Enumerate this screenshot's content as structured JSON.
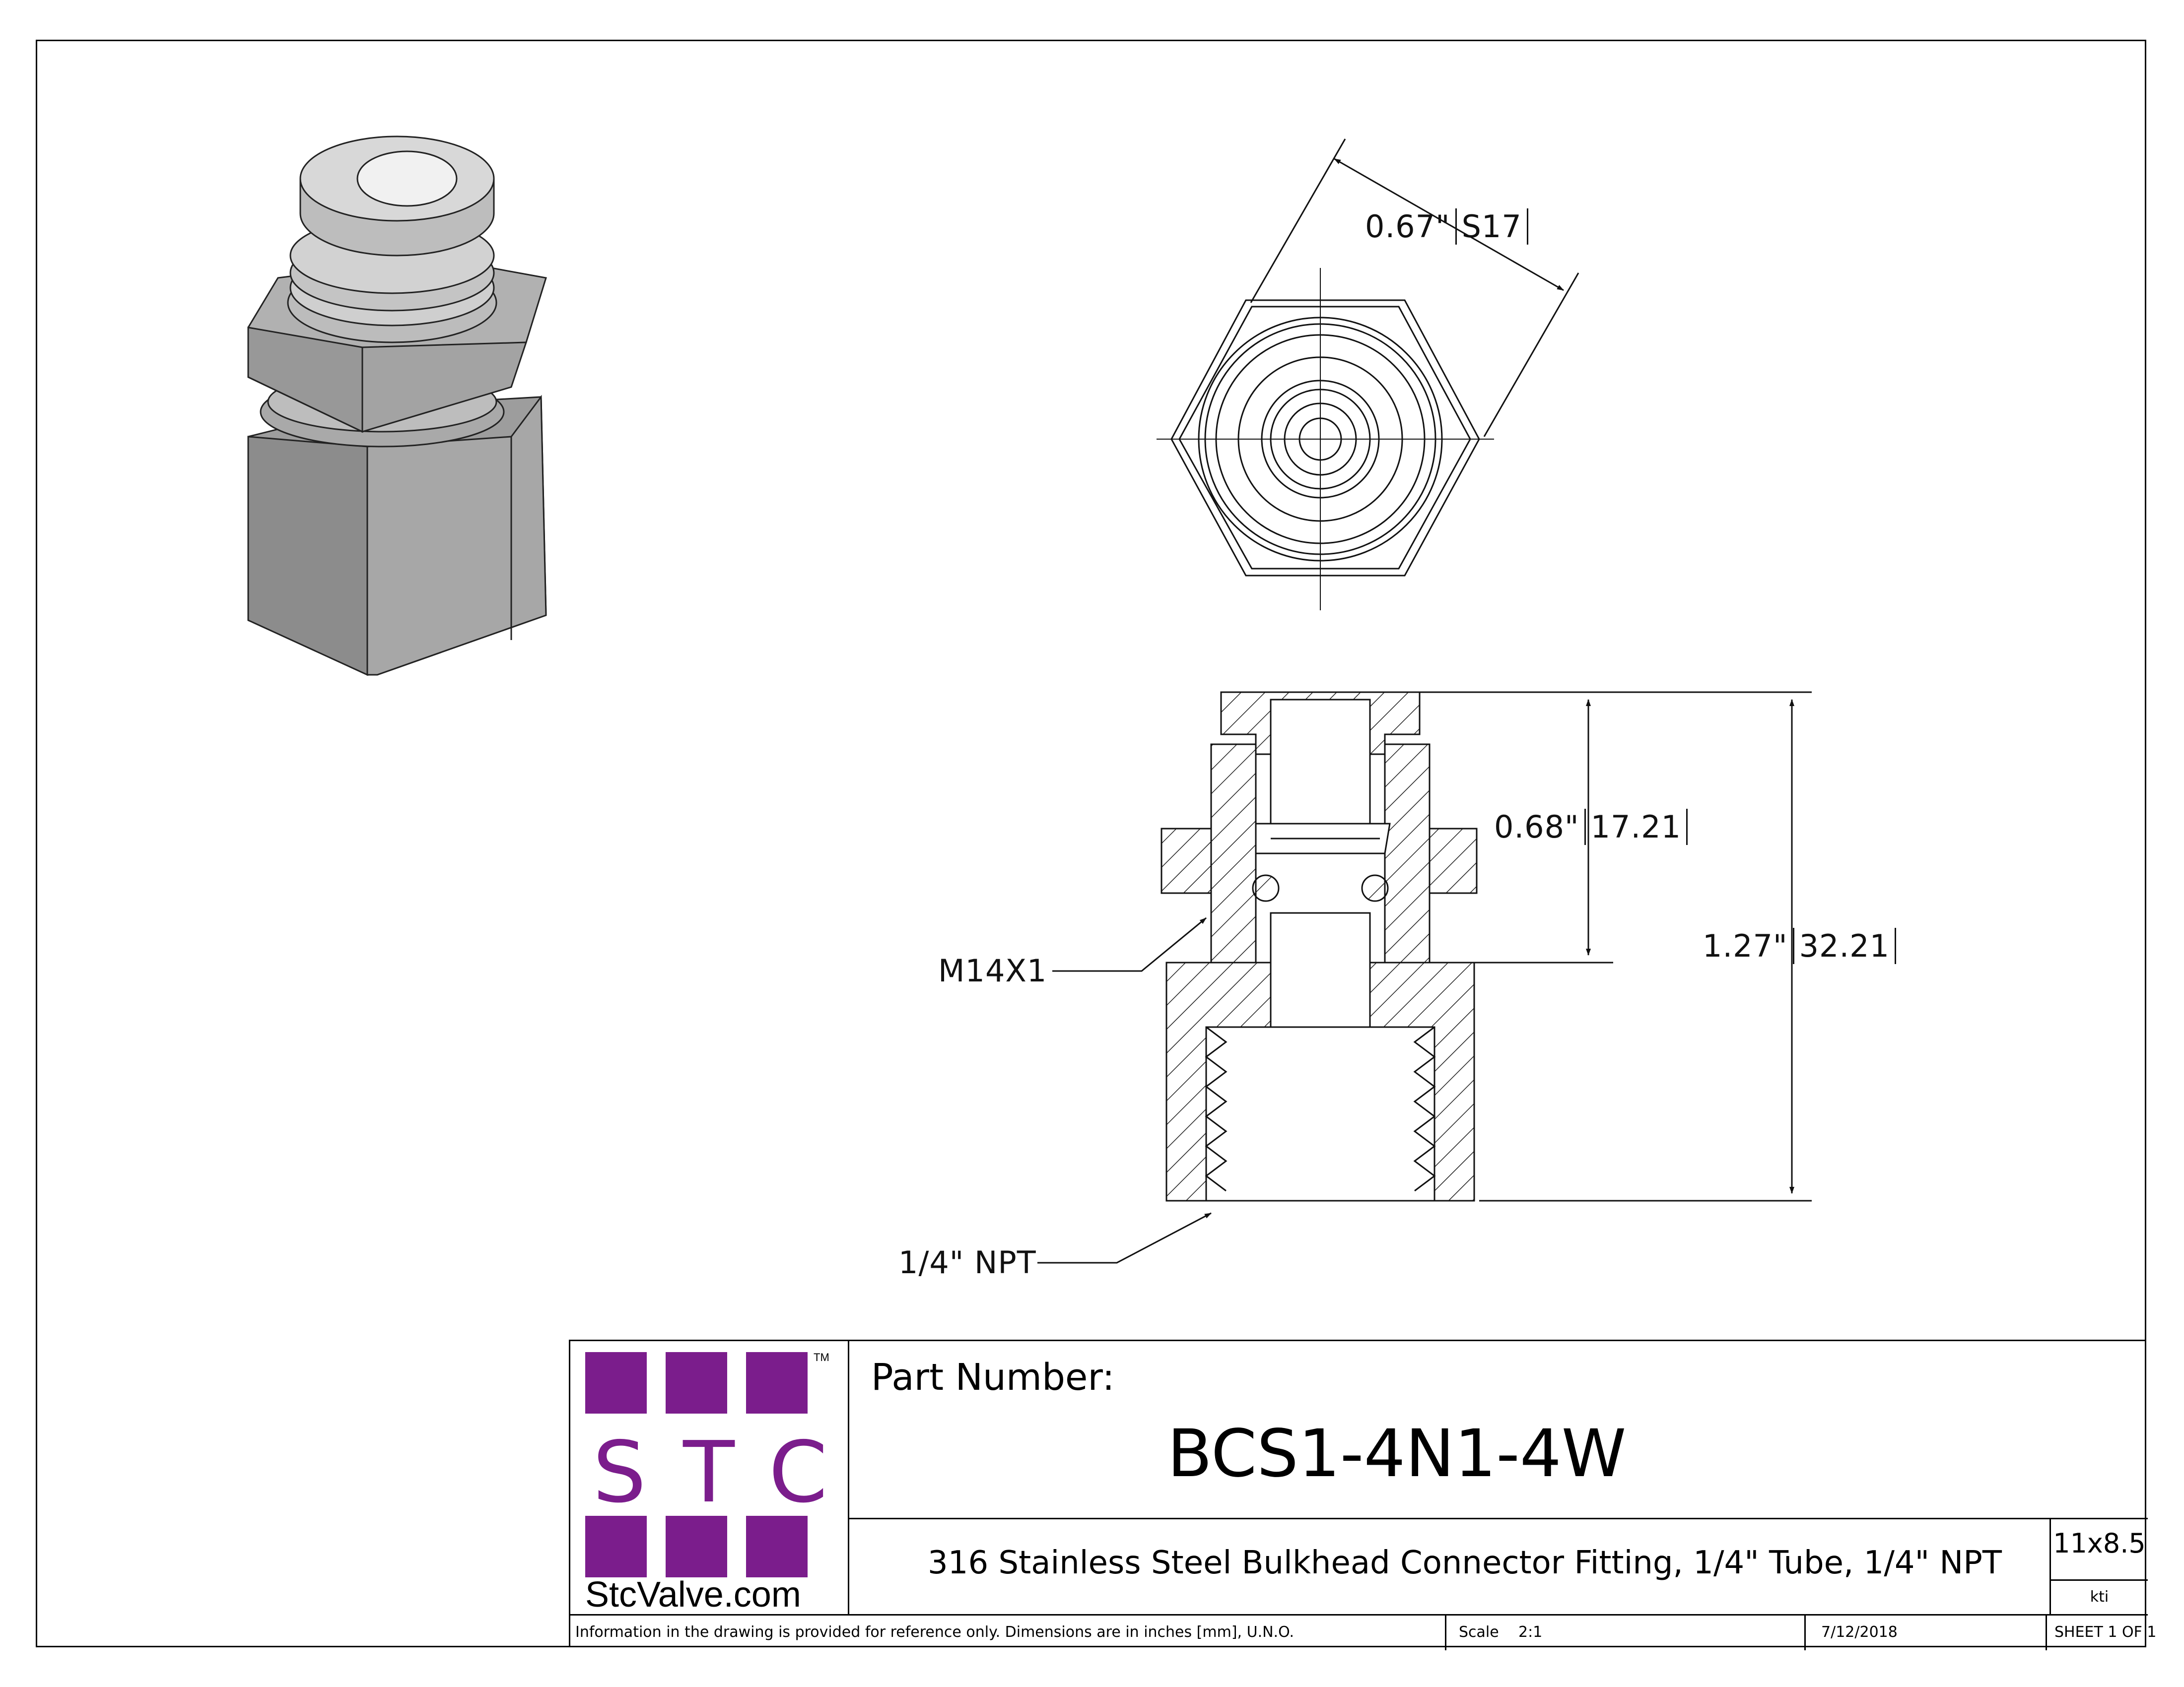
{
  "dimensions": {
    "hex_across_flats": {
      "inch": "0.67\"",
      "mm": "S17"
    },
    "bulkhead_length": {
      "inch": "0.68\"",
      "mm": "17.21"
    },
    "overall_length": {
      "inch": "1.27\"",
      "mm": "32.21"
    }
  },
  "callouts": {
    "thread_metric": "M14X1",
    "thread_npt": "1/4\" NPT"
  },
  "title_block": {
    "logo_letters": [
      "S",
      "T",
      "C"
    ],
    "trademark": "TM",
    "website": "StcValve.com",
    "part_number_label": "Part Number:",
    "part_number": "BCS1-4N1-4W",
    "description": "316 Stainless Steel Bulkhead Connector Fitting, 1/4\" Tube, 1/4\" NPT",
    "sheet_size": "11x8.5",
    "author": "kti",
    "disclaimer": "Information in the drawing is provided for reference only. Dimensions are in inches [mm], U.N.O.",
    "scale_label": "Scale",
    "scale_value": "2:1",
    "date": "7/12/2018",
    "sheet": "SHEET 1 OF 1"
  },
  "colors": {
    "brand": "#7b1d8c",
    "line": "#111111",
    "steel": "#b4b4b4"
  }
}
